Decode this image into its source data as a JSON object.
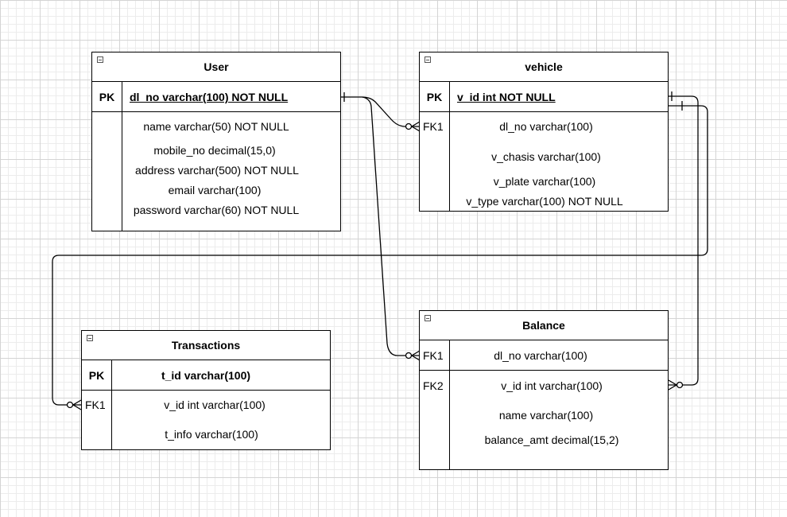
{
  "user": {
    "title": "User",
    "pk_label": "PK",
    "pk_field": "dl_no varchar(100) NOT NULL",
    "fields": [
      "name varchar(50) NOT NULL",
      "mobile_no decimal(15,0)",
      "address varchar(500) NOT NULL",
      "email varchar(100)",
      "password varchar(60) NOT NULL"
    ]
  },
  "vehicle": {
    "title": "vehicle",
    "pk_label": "PK",
    "pk_field": "v_id int NOT NULL",
    "fk_label": "FK1",
    "fields": [
      "dl_no varchar(100)",
      "v_chasis varchar(100)",
      "v_plate varchar(100)",
      "v_type varchar(100) NOT NULL"
    ]
  },
  "transactions": {
    "title": "Transactions",
    "pk_label": "PK",
    "pk_field": "t_id varchar(100)",
    "fk_label": "FK1",
    "fields": [
      "v_id int varchar(100)",
      "t_info varchar(100)"
    ]
  },
  "balance": {
    "title": "Balance",
    "fk1_label": "FK1",
    "fk1_field": "dl_no varchar(100)",
    "fk2_label": "FK2",
    "fields": [
      "v_id int varchar(100)",
      "name varchar(100)",
      "balance_amt decimal(15,2)"
    ]
  },
  "colors": {
    "line": "#000000",
    "grid": "#d4d4d4",
    "background": "#ffffff"
  }
}
